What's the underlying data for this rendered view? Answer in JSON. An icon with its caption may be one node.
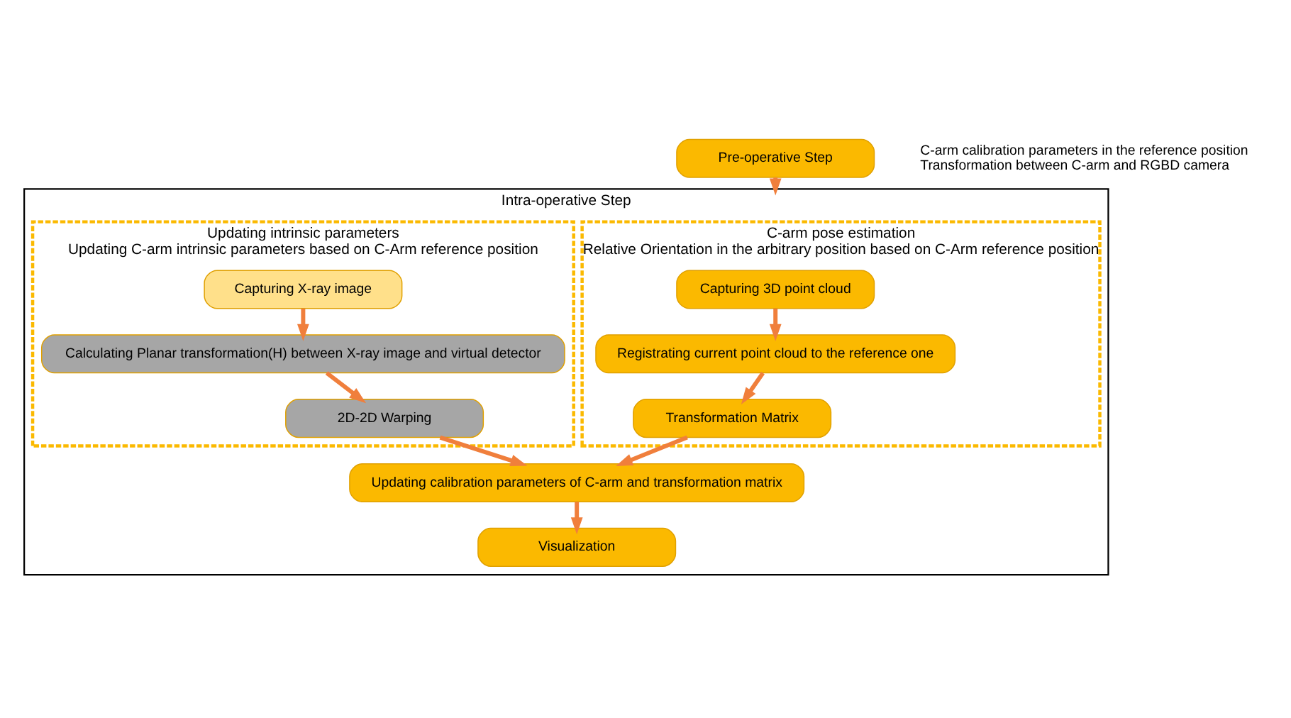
{
  "diagram": {
    "nodes": [
      {
        "text": [
          "Intra-operative Step"
        ]
      },
      {
        "text": [
          "C-arm pose estimation",
          "Relative Orientation in the arbitrary position based on C-Arm reference position"
        ],
        "in": 0
      },
      {
        "text": [
          "Capturing 3D point cloud"
        ],
        "in": 1
      },
      {
        "text": [
          "Registrating current point cloud to the reference one"
        ],
        "in": 1
      },
      {
        "text": [
          "Transformation Matrix"
        ],
        "in": 1
      },
      {
        "text": [
          "Updating intrinsic parameters",
          "Updating C-arm intrinsic parameters based on C-Arm reference position"
        ],
        "in": 0
      },
      {
        "text": [
          "Capturing X-ray image"
        ],
        "in": 5
      },
      {
        "text": [
          "Calculating Planar transformation(H) between X-ray image and virtual detector"
        ],
        "in": 5
      },
      {
        "text": [
          "2D-2D Warping"
        ],
        "in": 5
      },
      {
        "text": [
          "Updating calibration parameters of C-arm and transformation matrix"
        ],
        "in": 0
      },
      {
        "text": [
          "Visualization"
        ],
        "in": 0
      },
      {
        "text": [
          "Pre-operative Step"
        ],
        "beside": [
          "C-arm calibration parameters in the reference position",
          "Transformation between C-arm and RGBD camera"
        ]
      }
    ],
    "edges": [
      {
        "from": 11,
        "to": 0,
        "arrow": "to"
      },
      {
        "from": 2,
        "to": 3,
        "arrow": "to"
      },
      {
        "from": 3,
        "to": 4,
        "arrow": "to"
      },
      {
        "from": 4,
        "to": 9,
        "arrow": "to"
      },
      {
        "from": 6,
        "to": 7,
        "arrow": "to"
      },
      {
        "from": 7,
        "to": 8,
        "arrow": "to"
      },
      {
        "from": 8,
        "to": 9,
        "arrow": "to"
      },
      {
        "from": 9,
        "to": 10,
        "arrow": "to"
      }
    ]
  }
}
